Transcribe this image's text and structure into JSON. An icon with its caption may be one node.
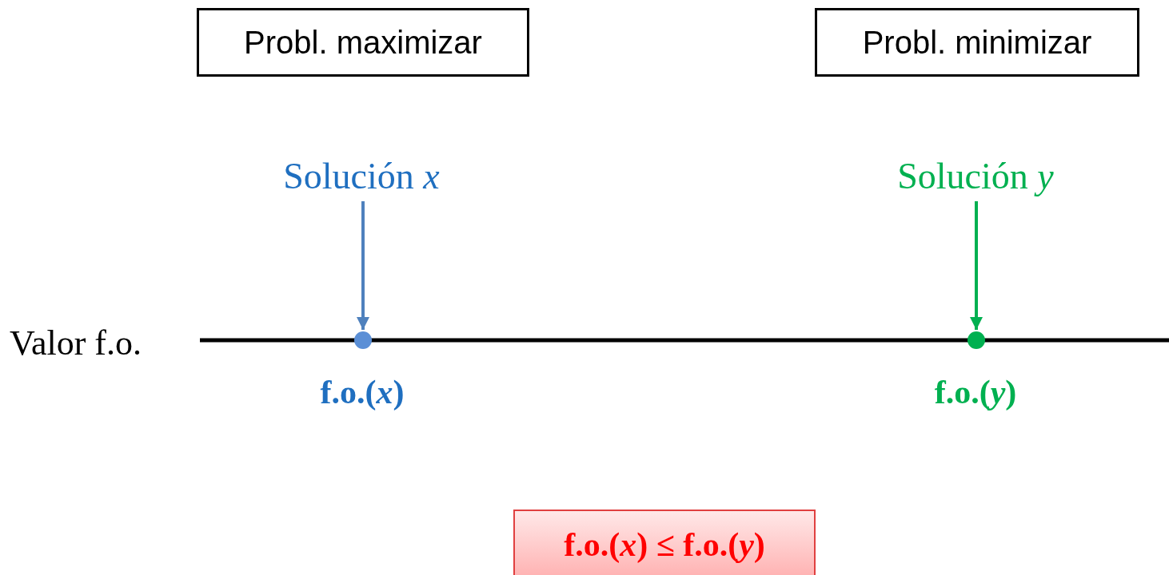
{
  "diagram": {
    "nodes": [
      {
        "text": [
          "Probl. maximizar"
        ]
      },
      {
        "text": [
          "Probl. minimizar"
        ]
      },
      {
        "text": [
          "Solución *x*"
        ]
      },
      {
        "text": [],
        "shape": "circle"
      },
      {
        "text": [
          "Solución *y*"
        ]
      },
      {
        "text": [],
        "shape": "circle"
      },
      {
        "text": [
          "f.o.(*x*) ≤ f.o.(*y*)"
        ]
      }
    ],
    "edges": [
      {
        "from": 2,
        "to": 3,
        "arrow": "to",
        "color": "#4f81bd"
      },
      {
        "from": 4,
        "to": 5,
        "arrow": "to",
        "color": "#00b050"
      }
    ],
    "labels": [
      "Valor f.o.",
      "f.o.(*x*)",
      "f.o.(*y*)"
    ]
  }
}
